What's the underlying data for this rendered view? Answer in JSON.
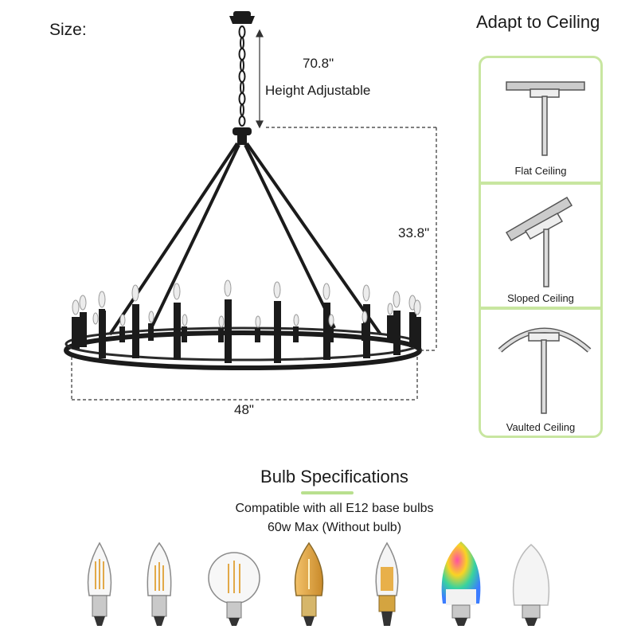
{
  "size_label": "Size:",
  "dimensions": {
    "chain_length": "70.8\"",
    "chain_note": "Height Adjustable",
    "body_height": "33.8\"",
    "width": "48\""
  },
  "ceiling": {
    "title": "Adapt to Ceiling",
    "options": [
      "Flat Ceiling",
      "Sloped Ceiling",
      "Vaulted Ceiling"
    ]
  },
  "bulbs": {
    "title": "Bulb Specifications",
    "line1": "Compatible with all E12 base bulbs",
    "line2": "60w Max (Without bulb)",
    "types": [
      "clear-candle-bulb-icon",
      "flame-tip-bulb-icon",
      "globe-bulb-icon",
      "amber-candle-bulb-icon",
      "corn-led-bulb-icon",
      "rgb-smart-bulb-icon",
      "white-smart-bulb-icon"
    ]
  },
  "colors": {
    "accent_green": "#c8e6a0",
    "iron": "#1b1b1b"
  }
}
